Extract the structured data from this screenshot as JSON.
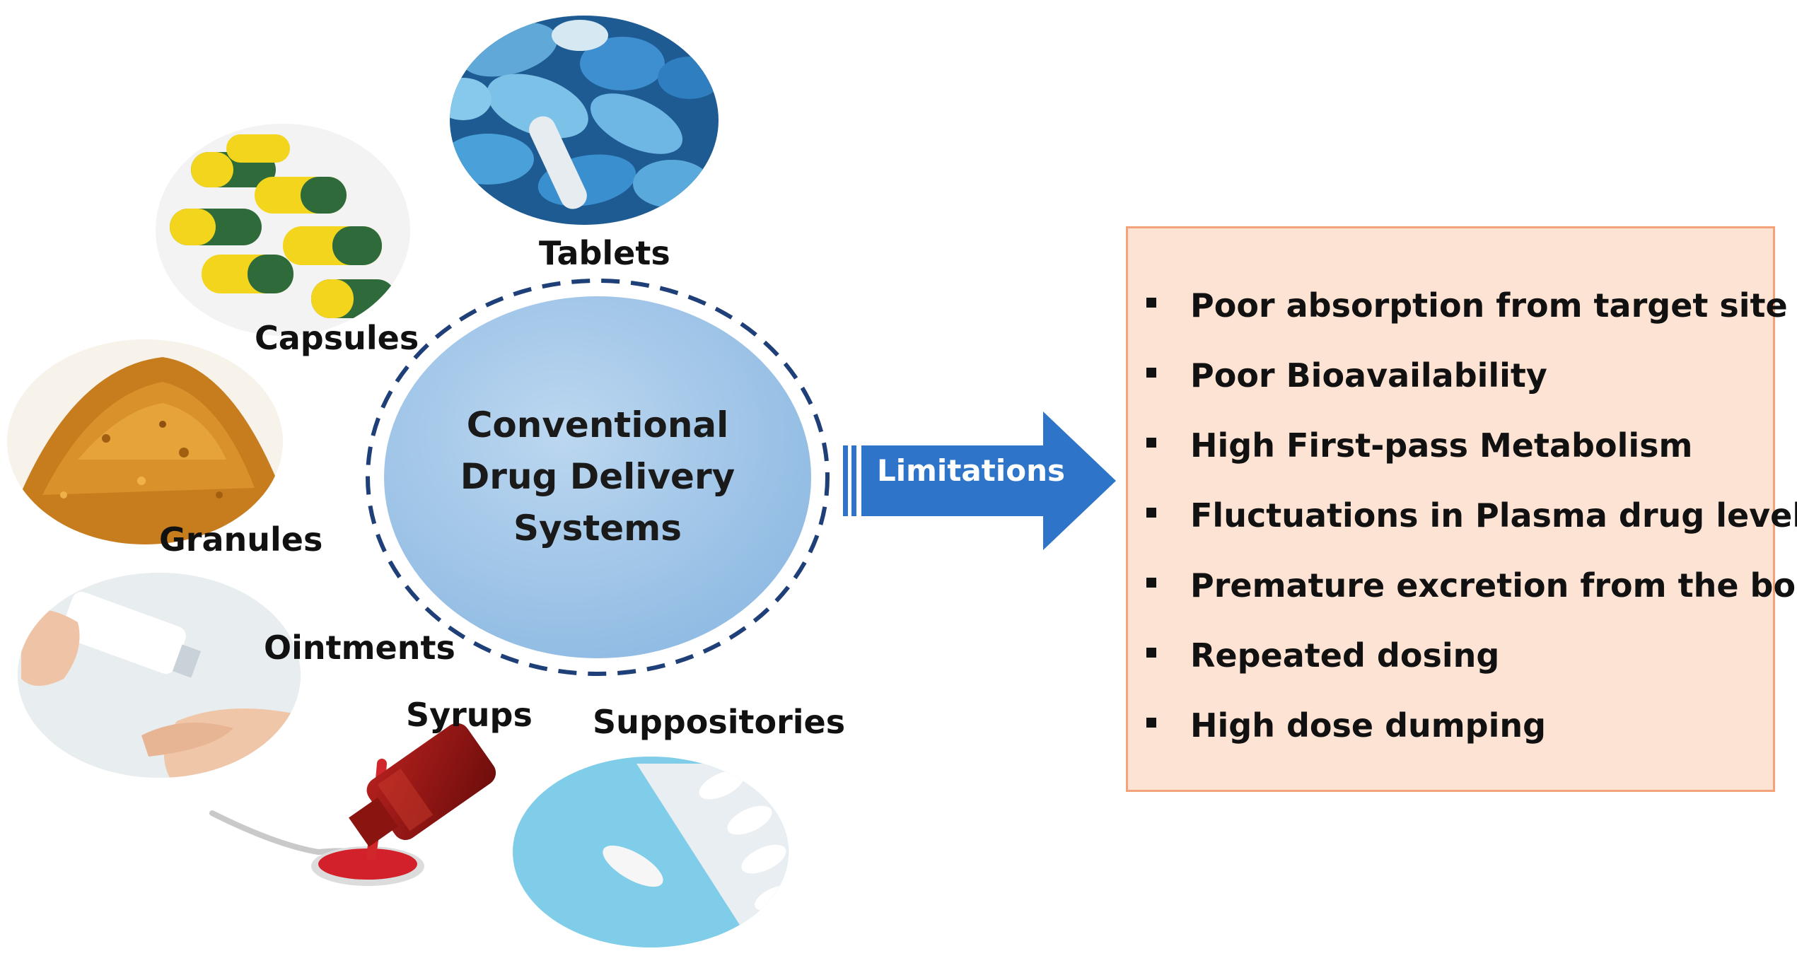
{
  "center": {
    "title_lines": [
      "Conventional",
      "Drug Delivery",
      "Systems"
    ]
  },
  "arrow": {
    "label": "Limitations"
  },
  "dosage_forms": {
    "tablets": "Tablets",
    "capsules": "Capsules",
    "granules": "Granules",
    "ointments": "Ointments",
    "syrups": "Syrups",
    "suppositories": "Suppositories"
  },
  "limitations": [
    "Poor absorption from target site",
    "Poor Bioavailability",
    "High First-pass Metabolism",
    "Fluctuations in Plasma drug level",
    "Premature excretion from the body",
    "Repeated dosing",
    "High dose dumping"
  ],
  "colors": {
    "circle_fill": "#9dc3e6",
    "circle_dash": "#1f3f78",
    "arrow_fill": "#2e75c9",
    "box_fill": "#fde3d3",
    "box_border": "#f3a27a"
  }
}
